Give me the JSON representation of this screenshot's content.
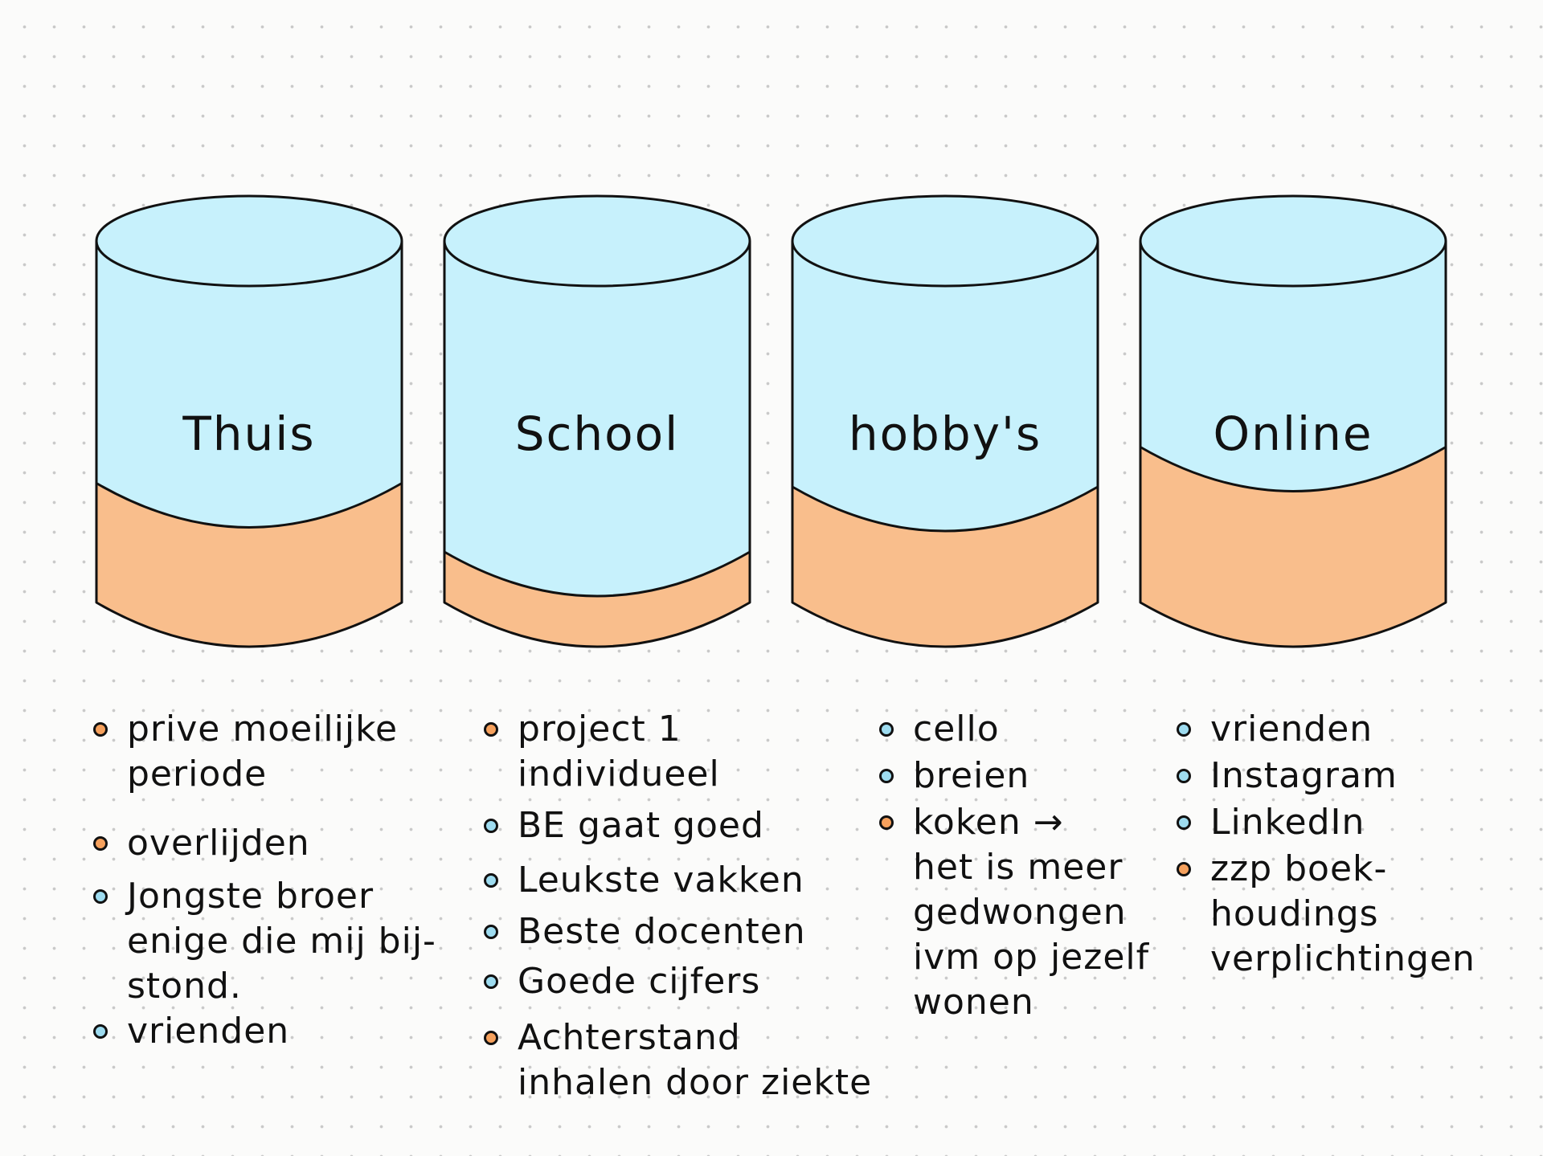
{
  "colors": {
    "top_fill": "#c7f1fc",
    "bottom_fill": "#f9be8c",
    "outline": "#111111",
    "positive_bullet": "#9edcf0",
    "negative_bullet": "#f6a15d"
  },
  "cylinders": [
    {
      "label": "Thuis",
      "bottom_fill_fraction": 0.33,
      "items": [
        {
          "text": "prive moeilijke\nperiode",
          "bullet": "orange"
        },
        {
          "text": "overlijden",
          "bullet": "orange"
        },
        {
          "text": "Jongste broer\nenige die mij bij-\nstond.",
          "bullet": "blue"
        },
        {
          "text": "vrienden",
          "bullet": "blue"
        }
      ]
    },
    {
      "label": "School",
      "bottom_fill_fraction": 0.14,
      "items": [
        {
          "text": "project 1\nindividueel",
          "bullet": "orange"
        },
        {
          "text": "BE gaat goed",
          "bullet": "blue"
        },
        {
          "text": "Leukste vakken",
          "bullet": "blue"
        },
        {
          "text": "Beste docenten",
          "bullet": "blue"
        },
        {
          "text": "Goede cijfers",
          "bullet": "blue"
        },
        {
          "text": "Achterstand\ninhalen door ziekte",
          "bullet": "orange"
        }
      ]
    },
    {
      "label": "hobby's",
      "bottom_fill_fraction": 0.32,
      "items": [
        {
          "text": "cello",
          "bullet": "blue"
        },
        {
          "text": "breien",
          "bullet": "blue"
        },
        {
          "text": "koken →\nhet is meer\ngedwongen\nivm op jezelf\nwonen",
          "bullet": "orange"
        }
      ]
    },
    {
      "label": "Online",
      "bottom_fill_fraction": 0.43,
      "items": [
        {
          "text": "vrienden",
          "bullet": "blue"
        },
        {
          "text": "Instagram",
          "bullet": "blue"
        },
        {
          "text": "LinkedIn",
          "bullet": "blue"
        },
        {
          "text": "zzp boek-\nhoudings\nverplichtingen",
          "bullet": "orange"
        }
      ]
    }
  ]
}
